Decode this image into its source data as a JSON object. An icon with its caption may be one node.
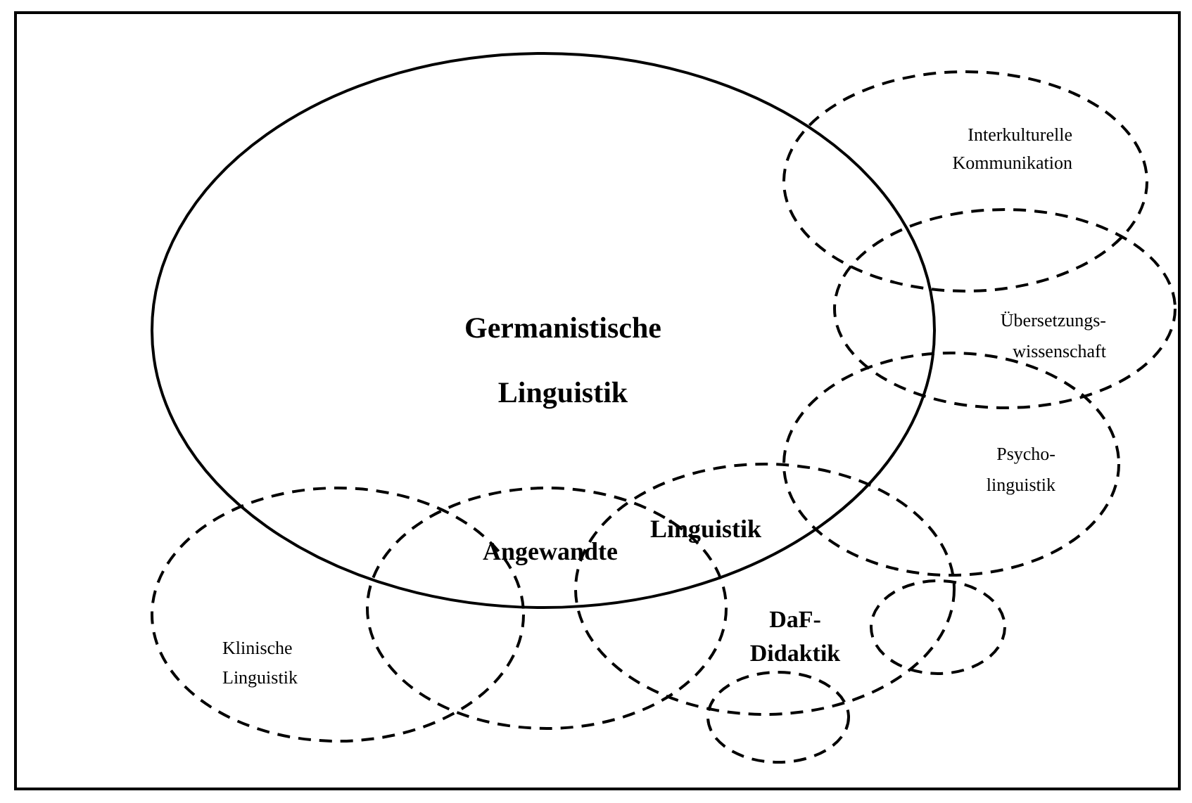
{
  "diagram": {
    "nodes": [
      {
        "text": [
          "Germanistische Linguistik"
        ]
      },
      {
        "text": [
          "Interkulturelle Kommunikation"
        ]
      },
      {
        "text": [
          "Übersetzungs- wissenschaft"
        ]
      },
      {
        "text": [
          "Psycho- linguistik"
        ]
      },
      {
        "text": [
          "Klinische Linguistik"
        ]
      },
      {
        "text": [],
        "shape": "ellipse"
      },
      {
        "text": [
          "DaF- Didaktik"
        ]
      },
      {
        "text": [],
        "shape": "ellipse"
      },
      {
        "text": [],
        "shape": "ellipse"
      }
    ],
    "edges": [],
    "labels": [
      "Angewandte",
      "Linguistik"
    ]
  }
}
